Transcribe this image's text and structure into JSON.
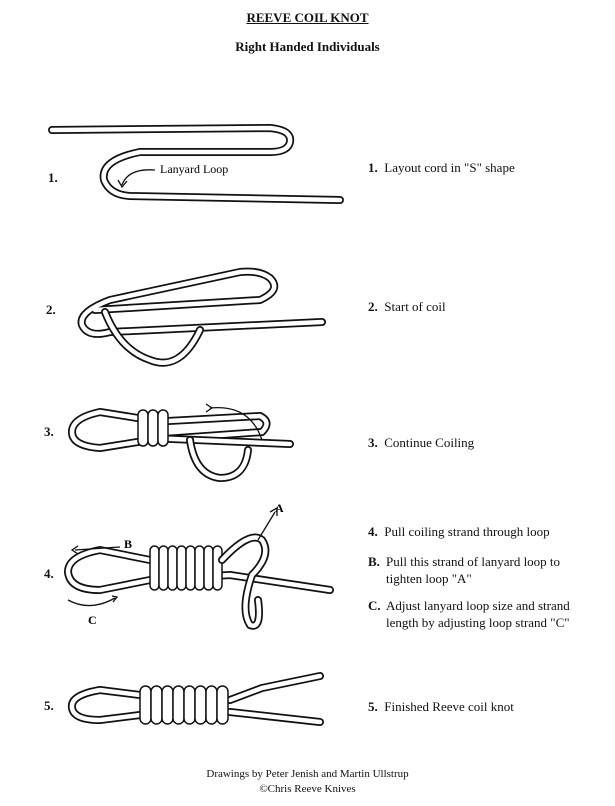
{
  "title": "REEVE COIL KNOT",
  "subtitle": "Right Handed Individuals",
  "steps": [
    {
      "number": "1.",
      "marker": "1.",
      "text": "Layout cord in \"S\" shape",
      "annotation": "Lanyard Loop"
    },
    {
      "number": "2.",
      "marker": "2.",
      "text": "Start of coil"
    },
    {
      "number": "3.",
      "marker": "3.",
      "text": "Continue Coiling"
    },
    {
      "number": "4.",
      "marker": "4.",
      "text": "Pull coiling strand through loop",
      "labels": {
        "a": "A",
        "b": "B",
        "c": "C"
      },
      "substeps": [
        {
          "marker": "B.",
          "text": "Pull this strand of lanyard loop to tighten loop \"A\""
        },
        {
          "marker": "C.",
          "text": "Adjust lanyard loop size and strand length by adjusting loop strand \"C\""
        }
      ]
    },
    {
      "number": "5.",
      "marker": "5.",
      "text": "Finished Reeve coil knot"
    }
  ],
  "footer": {
    "credits": "Drawings by Peter Jenish and Martin Ullstrup",
    "copyright": "©Chris Reeve Knives"
  }
}
